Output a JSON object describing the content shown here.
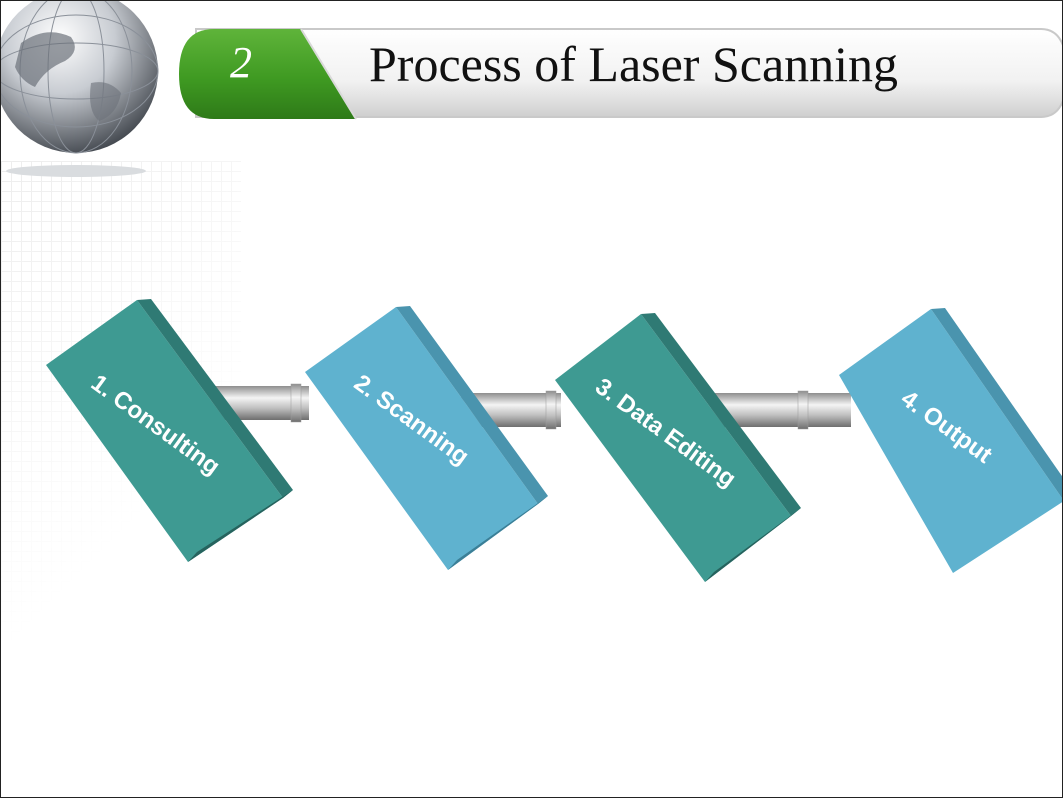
{
  "slide": {
    "section_number": "2",
    "title": "Process of Laser Scanning"
  },
  "steps": [
    {
      "label": "1. Consulting",
      "color": "#3e9a92"
    },
    {
      "label": "2. Scanning",
      "color": "#5fb2cf"
    },
    {
      "label": "3. Data Editing",
      "color": "#3e9a92"
    },
    {
      "label": "4. Output",
      "color": "#5fb2cf"
    }
  ],
  "colors": {
    "accent_green": "#3f9a22",
    "teal": "#3e9a92",
    "sky": "#5fb2cf"
  }
}
